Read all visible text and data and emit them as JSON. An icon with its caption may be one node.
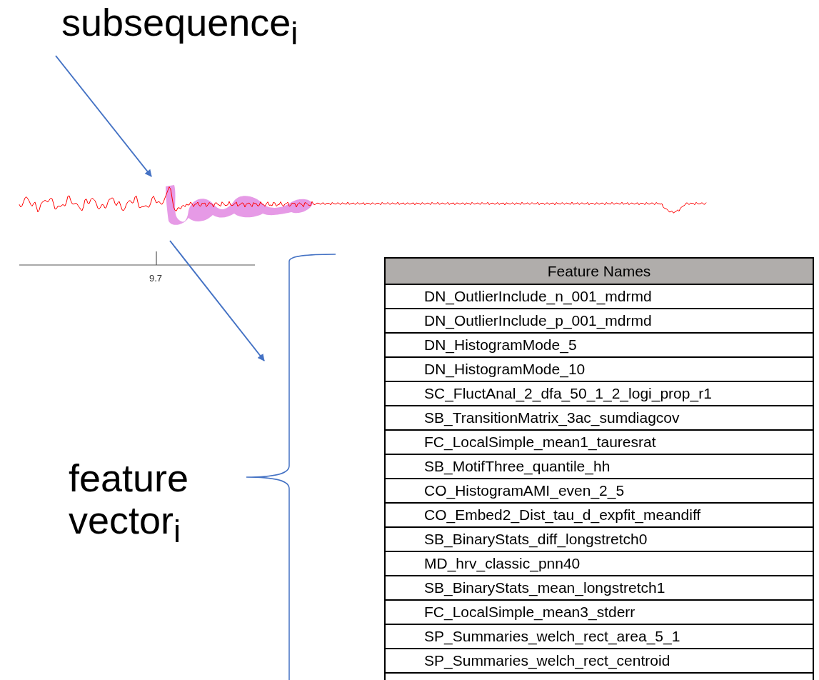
{
  "diagram": {
    "nodes": [
      {
        "text": [
          "subsequence$_{i}$"
        ]
      },
      {
        "text": [],
        "shape": "picture"
      },
      {
        "text": [
          "Feature Names",
          "DN_OutlierInclude_n_001_mdrmd",
          "DN_OutlierInclude_p_001_mdrmd",
          "DN_HistogramMode_5",
          "DN_HistogramMode_10",
          "SC_FluctAnal_2_dfa_50_1_2_logi_prop_r1",
          "SB_TransitionMatrix_3ac_sumdiagcov",
          "FC_LocalSimple_mean1_tauresrat",
          "SB_MotifThree_quantile_hh",
          "CO_HistogramAMI_even_2_5",
          "CO_Embed2_Dist_tau_d_expfit_meandiff",
          "SB_BinaryStats_diff_longstretch0",
          "MD_hrv_classic_pnn40",
          "SB_BinaryStats_mean_longstretch1",
          "FC_LocalSimple_mean3_stderr",
          "SP_Summaries_welch_rect_area_5_1",
          "SP_Summaries_welch_rect_centroid"
        ]
      },
      {
        "text": [
          "feature vector$_{i}$"
        ]
      }
    ],
    "edges": [
      {
        "from": 0,
        "to": 1,
        "arrow": "to"
      },
      {
        "from": 1,
        "to": null,
        "arrow": "to"
      }
    ],
    "labels": [
      "9.7"
    ]
  }
}
